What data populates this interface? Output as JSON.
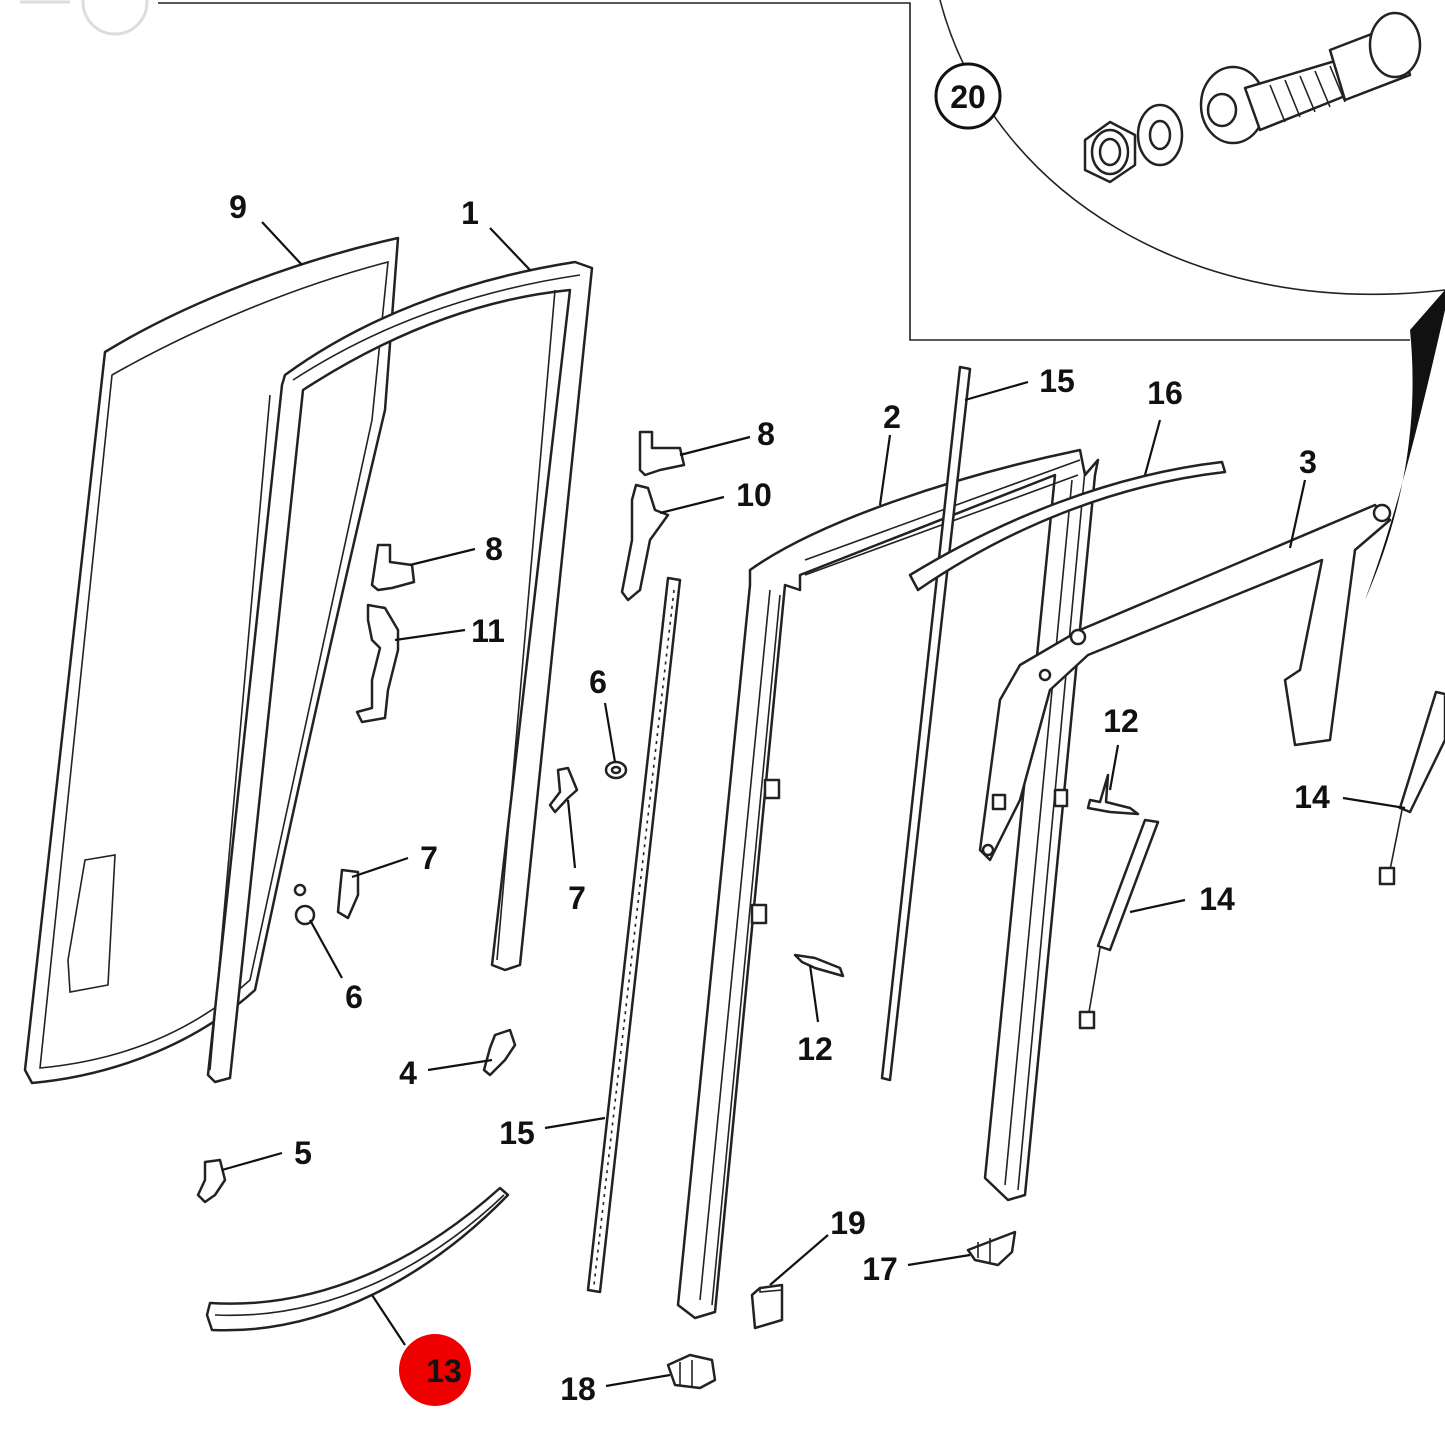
{
  "colors": {
    "line": "#222222",
    "highlight": "#ee0000",
    "background": "#ffffff"
  },
  "callouts": {
    "c9": "9",
    "c1": "1",
    "c20": "20",
    "c15a": "15",
    "c16": "16",
    "c2": "2",
    "c3": "3",
    "c8a": "8",
    "c10": "10",
    "c8b": "8",
    "c11": "11",
    "c6a": "6",
    "c12a": "12",
    "c14a": "14",
    "c7a": "7",
    "c7b": "7",
    "c14b": "14",
    "c6b": "6",
    "c12b": "12",
    "c4": "4",
    "c15b": "15",
    "c5": "5",
    "c19": "19",
    "c17": "17",
    "c13": "13",
    "c18": "18"
  },
  "highlighted_part": "13"
}
